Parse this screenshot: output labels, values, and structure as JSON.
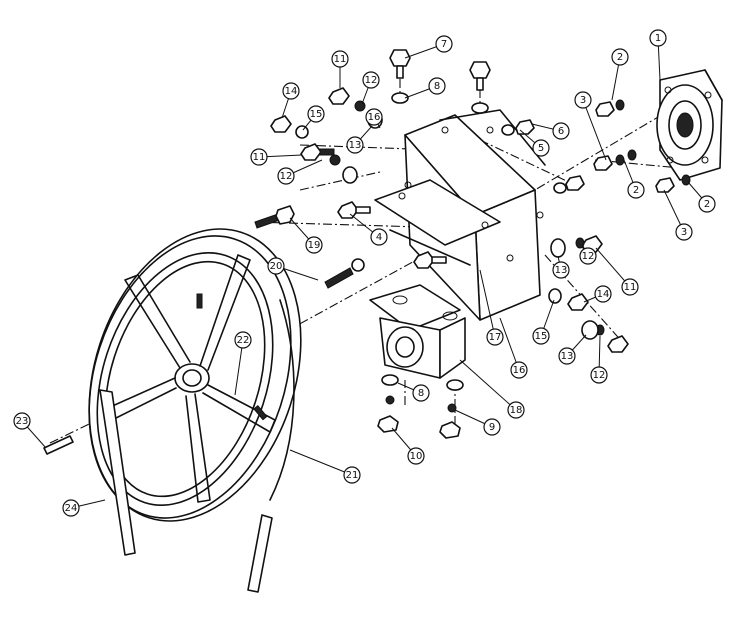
{
  "diagram": {
    "callouts": [
      {
        "label": "1"
      },
      {
        "label": "2"
      },
      {
        "label": "2"
      },
      {
        "label": "2"
      },
      {
        "label": "3"
      },
      {
        "label": "3"
      },
      {
        "label": "4"
      },
      {
        "label": "5"
      },
      {
        "label": "6"
      },
      {
        "label": "7"
      },
      {
        "label": "8"
      },
      {
        "label": "8"
      },
      {
        "label": "9"
      },
      {
        "label": "10"
      },
      {
        "label": "11"
      },
      {
        "label": "11"
      },
      {
        "label": "11"
      },
      {
        "label": "12"
      },
      {
        "label": "12"
      },
      {
        "label": "12"
      },
      {
        "label": "12"
      },
      {
        "label": "13"
      },
      {
        "label": "13"
      },
      {
        "label": "13"
      },
      {
        "label": "14"
      },
      {
        "label": "14"
      },
      {
        "label": "15"
      },
      {
        "label": "15"
      },
      {
        "label": "16"
      },
      {
        "label": "16"
      },
      {
        "label": "17"
      },
      {
        "label": "18"
      },
      {
        "label": "19"
      },
      {
        "label": "20"
      },
      {
        "label": "21"
      },
      {
        "label": "22"
      },
      {
        "label": "23"
      },
      {
        "label": "24"
      }
    ]
  }
}
